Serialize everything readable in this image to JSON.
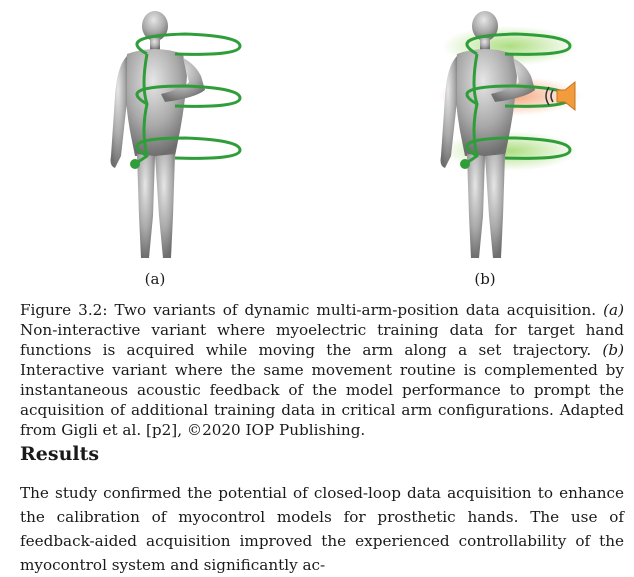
{
  "figure": {
    "subfigures": [
      {
        "label": "(a)",
        "variant": "non-interactive"
      },
      {
        "label": "(b)",
        "variant": "interactive"
      }
    ],
    "colors": {
      "trajectory": "#2f9e3a",
      "feedback_good": "#9fd86b",
      "feedback_bad": "#f29a6b",
      "speaker": "#f39c3d",
      "body": "#9a9a9a"
    },
    "icons": [
      "speaker-icon"
    ],
    "caption": {
      "prefix": "Figure 3.2: Two variants of dynamic multi-arm-position data acquisition. ",
      "marker_a": "(a)",
      "text_a": " Non-interactive variant where myoelectric training data for target hand functions is acquired while moving the arm along a set trajectory. ",
      "marker_b": "(b)",
      "text_b": " Interactive variant where the same movement routine is complemented by instantaneous acoustic feedback of the model performance to prompt the acquisition of additional training data in critical arm configurations. Adapted from Gigli et al. [p2], ©2020 IOP Publishing."
    }
  },
  "section": {
    "heading": "Results",
    "body": "The study confirmed the potential of closed-loop data acquisition to enhance the calibration of myocontrol models for prosthetic hands. The use of feedback-aided acquisition improved the experienced controllability of the myocontrol system and significantly ac-"
  }
}
